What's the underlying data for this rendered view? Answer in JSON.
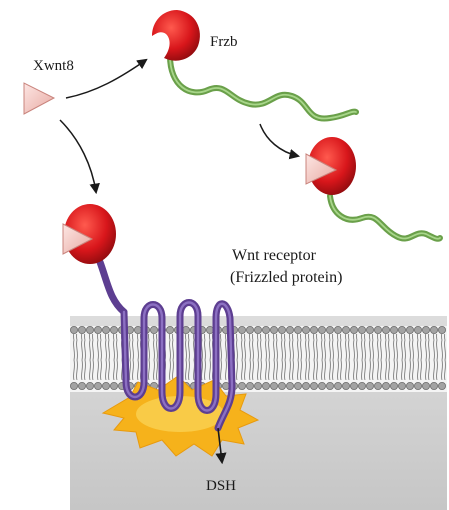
{
  "labels": {
    "ligand": "Xwnt8",
    "inhibitor": "Frzb",
    "receptor_line1": "Wnt receptor",
    "receptor_line2": "(Frizzled protein)",
    "effector": "DSH"
  },
  "colors": {
    "ligand": "#f2c9c4",
    "cap": "#d8161b",
    "frzb_tail": "#6aa04a",
    "frizzled": "#5d3e91",
    "membrane_head": "#9b9b9b",
    "cytoplasm": "#d2d2d2",
    "dsh_burst": "#f6b21b"
  },
  "icons": {
    "ligand": "triangle-ligand-icon",
    "cap": "red-binding-cap-icon",
    "membrane": "lipid-bilayer-icon",
    "burst": "activation-burst-icon"
  }
}
